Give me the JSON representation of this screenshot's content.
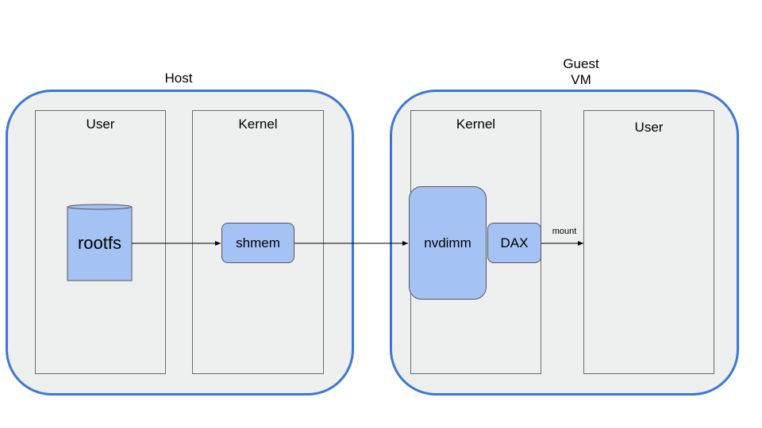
{
  "host": {
    "title": "Host",
    "user_label": "User",
    "kernel_label": "Kernel",
    "rootfs_label": "rootfs",
    "shmem_label": "shmem"
  },
  "guest": {
    "title_line1": "Guest",
    "title_line2": "VM",
    "kernel_label": "Kernel",
    "user_label": "User",
    "nvdimm_label": "nvdimm",
    "dax_label": "DAX"
  },
  "edges": {
    "mount_label": "mount"
  },
  "colors": {
    "container_border": "#3a78d8",
    "container_fill": "#eeefef",
    "block_fill": "#a4c2f4"
  }
}
